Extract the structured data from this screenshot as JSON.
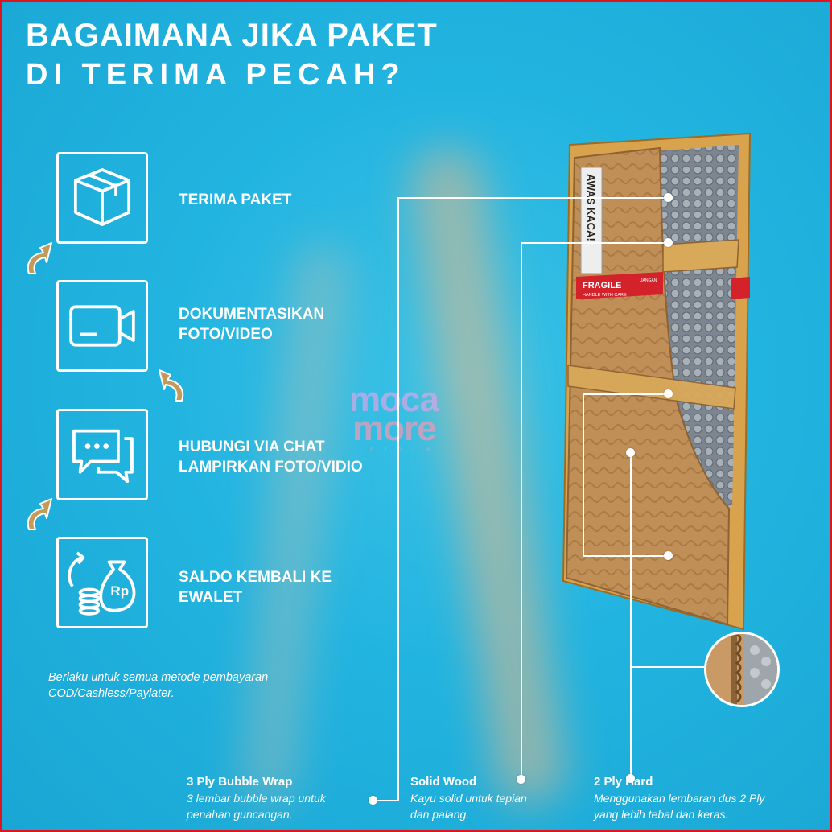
{
  "title": {
    "line1": "BAGAIMANA JIKA PAKET",
    "line2": "DI TERIMA PECAH?"
  },
  "steps": [
    {
      "label": "TERIMA PAKET",
      "icon": "box-icon"
    },
    {
      "label": "DOKUMENTASIKAN\nFOTO/VIDEO",
      "icon": "video-camera-icon"
    },
    {
      "label": "HUBUNGI VIA CHAT\nLAMPIRKAN FOTO/VIDIO",
      "icon": "chat-icon"
    },
    {
      "label": "SALDO KEMBALI KE\nEWALET",
      "icon": "money-refund-icon"
    }
  ],
  "note": "Berlaku untuk semua metode pembayaran\nCOD/Cashless/Paylater.",
  "watermark": {
    "line1": "moca",
    "line2": "more",
    "line3": "s t o r e"
  },
  "package_labels": {
    "warning": "AWAS KACA!",
    "fragile": "FRAGILE",
    "handle": "HANDLE WITH CARE",
    "jangan": "JANGAN"
  },
  "features": [
    {
      "title": "3 Ply Bubble Wrap",
      "desc": "3 lembar bubble wrap untuk\npenahan guncangan."
    },
    {
      "title": "Solid Wood",
      "desc": "Kayu solid untuk tepian\ndan palang."
    },
    {
      "title": "2 Ply Hard",
      "desc": "Menggunakan lembaran dus 2 Ply\nyang lebih tebal dan keras."
    }
  ],
  "colors": {
    "background": "#22b4e0",
    "border": "#e0141c",
    "cardboard": "#c4955f",
    "wood": "#d8a34c"
  }
}
